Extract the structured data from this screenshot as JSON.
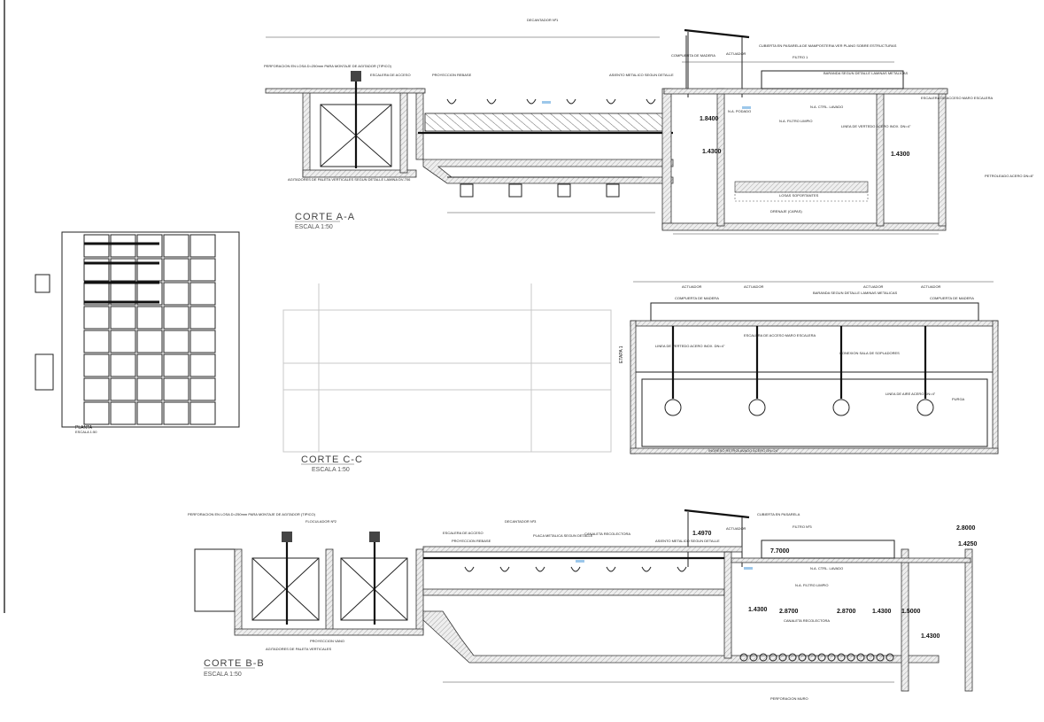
{
  "sections": {
    "aa": {
      "title": "CORTE A-A",
      "scale": "ESCALA 1:50",
      "header": "DECANTADOR Nº1",
      "filter": "FILTRO 1",
      "labels": [
        "PERFORACION EN LOSA D=250mm PARA MONTAJE DE AGITADOR (TIPICO)",
        "ESCALERA DE ACCESO",
        "PROYECCION REBASE",
        "ASIENTO METALICO SEGUN DETALLE",
        "CUBIERTA EN PASARELA DE MAMPOSTERIA VER PLANO SOBRE ESTRUCTURAS",
        "ACTUADOR",
        "COMPUERTA DE MADERA",
        "BARANDA SEGUN DETALLE LAMINAS METALICAS",
        "N.A. CTRL. LAVADO",
        "N.A. FILTRO LIMPIO",
        "N.A. PODADO",
        "LINEA DE VERTEDO ACERO INOX. DN=4\"",
        "AGITADORES DE PALETA VERTICALES SEGUN DETALLE LAMINA DV-706",
        "LOSAS SOPORTANTES",
        "DRENAJE (CAPAS)",
        "ESCALERA DE ACCESO MARO ESCALERA",
        "PETROLEADO ACERO DN=8\""
      ],
      "numbers": [
        "1.4300",
        "1.4300",
        "1.8400"
      ]
    },
    "plan": {
      "title": "PLANTA",
      "scale": "ESCALA 1:50"
    },
    "cc": {
      "title": "CORTE C-C",
      "scale": "ESCALA 1:50",
      "stage": "ETAPA 1",
      "labels": [
        "ACTUADOR",
        "ACTUADOR",
        "ACTUADOR",
        "ACTUADOR",
        "COMPUERTA DE MADERA",
        "COMPUERTA DE MADERA",
        "BARANDA SEGUN DETALLE LAMINAS METALICAS",
        "ESCALERA DE ACCESO MARO ESCALERA",
        "LINEA DE VERTEDO ACERO INOX. DN=4\"",
        "LINEA DE AIRE ACERO DN=4\"",
        "INGRESO RETROLAVADO ACERO DN=24\"",
        "CONEXION SALA DE SOPLADORES",
        "PURGA"
      ]
    },
    "bb": {
      "title": "CORTE B-B",
      "scale": "ESCALA 1:50",
      "floc": "FLOCULADOR Nº2",
      "header": "DECANTADOR Nº3",
      "filter": "FILTRO Nº3",
      "labels": [
        "PERFORACION EN LOSA D=250mm PARA MONTAJE DE AGITADOR (TIPICO)",
        "ESCALERA DE ACCESO",
        "PROYECCION REBASE",
        "PLACA METALICA SEGUN DETALLE",
        "CANALETA RECOLECTORA",
        "ASIENTO METALICO SEGUN DETALLE",
        "ACTUADOR",
        "N.A. CTRL. LAVADO",
        "N.A. FILTRO LIMPIO",
        "PERFORACION MURO",
        "AGITADORES DE PALETA VERTICALES",
        "PROYECCION VANO",
        "CANALETA RECOLECTORA",
        "CUBIERTA EN PASARELA"
      ],
      "numbers": [
        "7.7000",
        "2.8000",
        "1.4250",
        "1.4300",
        "2.8700",
        "2.8700",
        "1.4300",
        "1.5000",
        "1.4300",
        "1.4970"
      ]
    }
  },
  "colors": {
    "line": "#222222",
    "water": "#9cc7ea",
    "faint": "#c8c8c8"
  }
}
